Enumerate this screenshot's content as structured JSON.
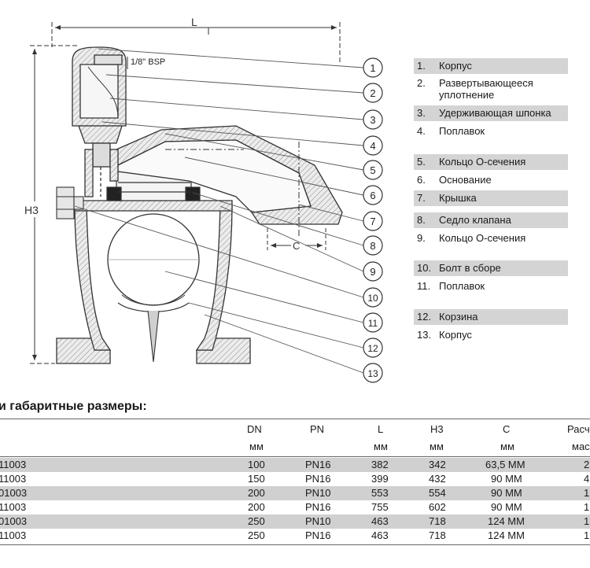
{
  "drawing": {
    "dimension_L": "L",
    "dimension_H3": "H3",
    "dimension_C": "C",
    "thread_note": "1/8\" BSP",
    "callouts": [
      "1",
      "2",
      "3",
      "4",
      "5",
      "6",
      "7",
      "8",
      "9",
      "10",
      "11",
      "12",
      "13"
    ]
  },
  "legend": [
    {
      "num": "1.",
      "text": "Корпус"
    },
    {
      "num": "2.",
      "text": "Развертывающееся уплотнение"
    },
    {
      "num": "3.",
      "text": "Удерживающая шпонка"
    },
    {
      "num": "4.",
      "text": "Поплавок"
    },
    {
      "num": "5.",
      "text": "Кольцо О-сечения"
    },
    {
      "num": "6.",
      "text": "Основание"
    },
    {
      "num": "7.",
      "text": "Крышка"
    },
    {
      "num": "8.",
      "text": "Седло клапана"
    },
    {
      "num": "9.",
      "text": "Кольцо О-сечения"
    },
    {
      "num": "10.",
      "text": "Болт в сборе"
    },
    {
      "num": "11.",
      "text": "Поплавок"
    },
    {
      "num": "12.",
      "text": "Корзина"
    },
    {
      "num": "13.",
      "text": "Корпус"
    }
  ],
  "section_title": "и габаритные размеры:",
  "table": {
    "headers": [
      "DN",
      "PN",
      "L",
      "H3",
      "C",
      "Расч"
    ],
    "units": [
      "мм",
      "",
      "мм",
      "мм",
      "мм",
      "мас"
    ],
    "rows": [
      {
        "code": "11003",
        "dn": "100",
        "pn": "PN16",
        "l": "382",
        "h3": "342",
        "c": "63,5 MM",
        "extra": "2"
      },
      {
        "code": "11003",
        "dn": "150",
        "pn": "PN16",
        "l": "399",
        "h3": "432",
        "c": "90 MM",
        "extra": "4"
      },
      {
        "code": "01003",
        "dn": "200",
        "pn": "PN10",
        "l": "553",
        "h3": "554",
        "c": "90 MM",
        "extra": "1"
      },
      {
        "code": "11003",
        "dn": "200",
        "pn": "PN16",
        "l": "755",
        "h3": "602",
        "c": "90 MM",
        "extra": "1"
      },
      {
        "code": "01003",
        "dn": "250",
        "pn": "PN10",
        "l": "463",
        "h3": "718",
        "c": "124 MM",
        "extra": "1"
      },
      {
        "code": "11003",
        "dn": "250",
        "pn": "PN16",
        "l": "463",
        "h3": "718",
        "c": "124 MM",
        "extra": "1"
      }
    ]
  }
}
